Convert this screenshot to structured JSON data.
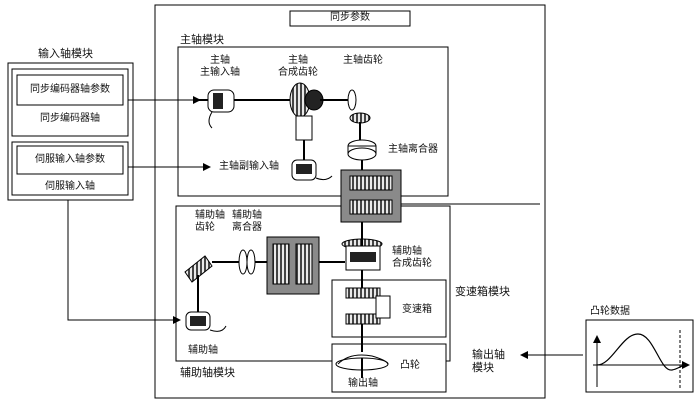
{
  "sync_param_title": "同步参数",
  "input_module": {
    "title": "输入轴模块",
    "encoder_param": "同步编码器轴参数",
    "encoder_axis": "同步编码器轴",
    "servo_param": "伺服输入轴参数",
    "servo_axis": "伺服输入轴"
  },
  "main_module": {
    "title": "主轴模块",
    "main_input_axis": [
      "主轴",
      "主输入轴"
    ],
    "composite_gear": [
      "主轴",
      "合成齿轮"
    ],
    "main_gear": "主轴齿轮",
    "main_clutch": "主轴离合器",
    "sub_input_axis": "主轴副输入轴"
  },
  "aux_module": {
    "title": "辅助轴模块",
    "aux_gear": [
      "辅助轴",
      "齿轮"
    ],
    "aux_clutch": [
      "辅助轴",
      "离合器"
    ],
    "aux_composite_gear": [
      "辅助轴",
      "合成齿轮"
    ],
    "aux_axis": "辅助轴"
  },
  "gearbox_module": {
    "title": "变速箱模块",
    "gearbox": "变速箱"
  },
  "output_module": {
    "title": [
      "输出轴",
      "模块"
    ],
    "cam": "凸轮",
    "output_axis": "输出轴"
  },
  "cam_data": {
    "title": "凸轮数据"
  }
}
